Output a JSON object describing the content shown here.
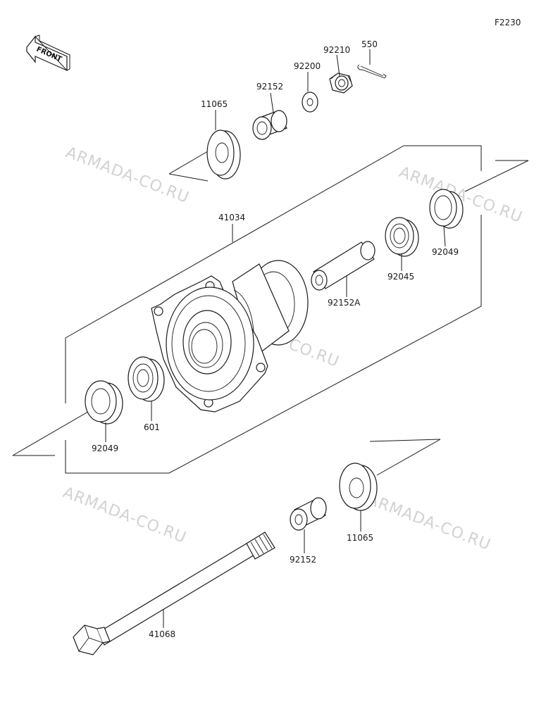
{
  "figure_code": "F2230",
  "front_indicator": "FRONT",
  "watermark": "ARMADA-CO.RU",
  "parts": {
    "p550": "550",
    "p92210": "92210",
    "p92200": "92200",
    "p92152_top": "92152",
    "p11065_top": "11065",
    "p41034": "41034",
    "p92049_right": "92049",
    "p92045": "92045",
    "p92152A": "92152A",
    "p601": "601",
    "p92049_left": "92049",
    "p11065_bottom": "11065",
    "p92152_bottom": "92152",
    "p41068": "41068"
  },
  "colors": {
    "line": "#1a1a1a",
    "watermark": "#d2d2d2",
    "background": "#ffffff"
  }
}
